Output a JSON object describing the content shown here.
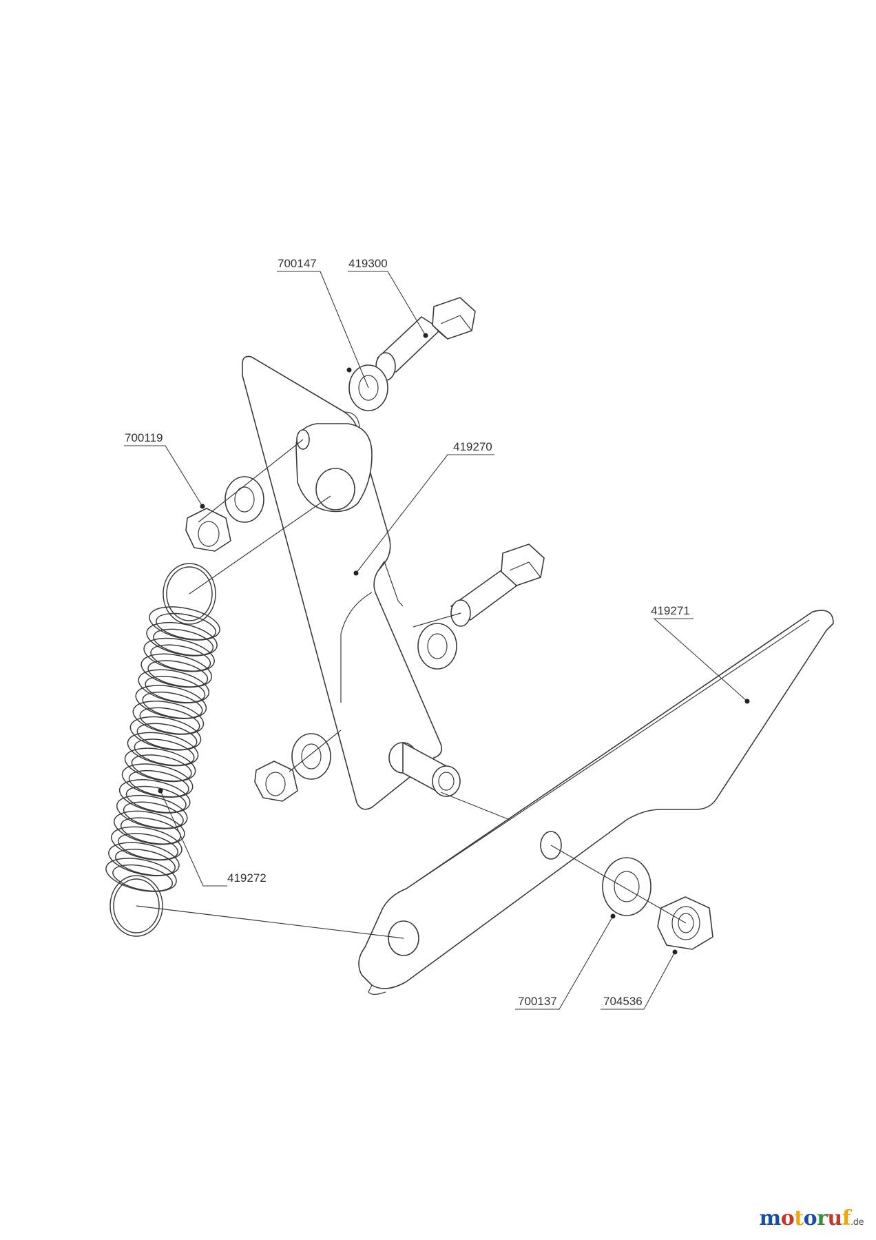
{
  "callouts": {
    "c700147": "700147",
    "c419300": "419300",
    "c700119": "700119",
    "c419270": "419270",
    "c419271": "419271",
    "c419272": "419272",
    "c700137": "700137",
    "c704536": "704536"
  },
  "watermark": {
    "text": "motoruf",
    "suffix": ".de",
    "colors": [
      "#1a4fa0",
      "#c0392b",
      "#e6a817",
      "#1a4fa0",
      "#3a8a3a",
      "#c0392b",
      "#e6a817"
    ]
  }
}
